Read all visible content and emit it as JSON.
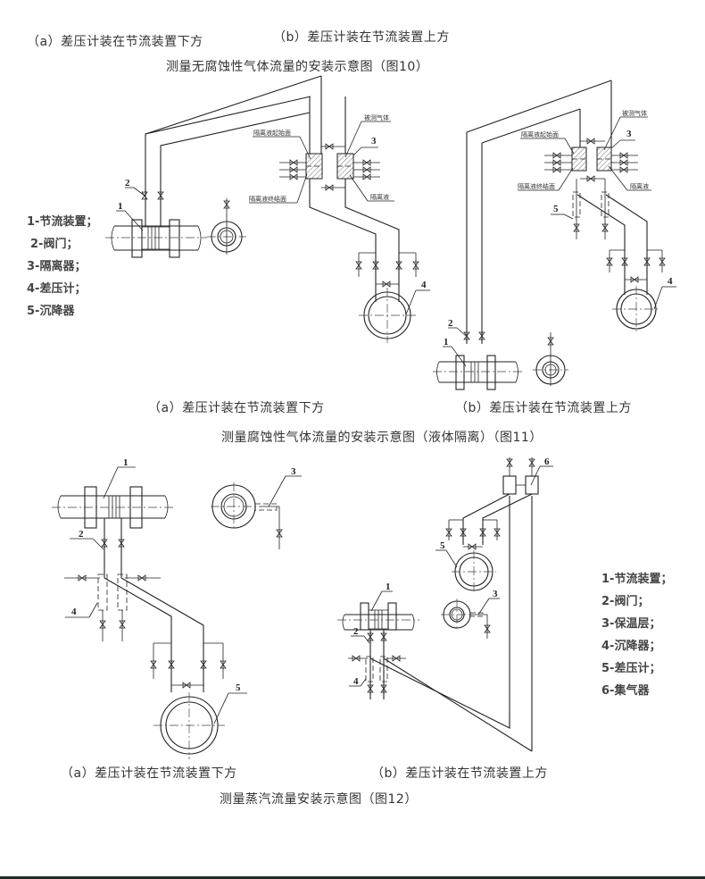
{
  "fig10": {
    "caption_a": "（a）差压计装在节流装置下方",
    "caption_b": "（b）差压计装在节流装置上方",
    "title": "测量无腐蚀性气体流量的安装示意图（图10）",
    "legend": [
      "1-节流装置；",
      "2-阀门；",
      "3-隔离器；",
      "4-差压计；",
      "5-沉降器"
    ],
    "annotations": {
      "start_face": "隔离液起始面",
      "end_face": "隔离液终结面",
      "measured_gas": "被测气体",
      "isolating_liquid": "隔离液"
    },
    "part_numbers": [
      "1",
      "2",
      "3",
      "4",
      "5"
    ]
  },
  "fig11": {
    "caption_a": "（a）差压计装在节流装置下方",
    "caption_b": "（b）差压计装在节流装置上方",
    "title": "测量腐蚀性气体流量的安装示意图（液体隔离）（图11）"
  },
  "fig12": {
    "caption_a": "（a）差压计装在节流装置下方",
    "caption_b": "（b）差压计装在节流装置上方",
    "title": "测量蒸汽流量安装示意图（图12）",
    "legend": [
      "1-节流装置；",
      "2-阀门；",
      "3-保温层；",
      "4-沉降器；",
      "5-差压计；",
      "6-集气器"
    ],
    "part_numbers": [
      "1",
      "2",
      "3",
      "4",
      "5",
      "6"
    ]
  }
}
